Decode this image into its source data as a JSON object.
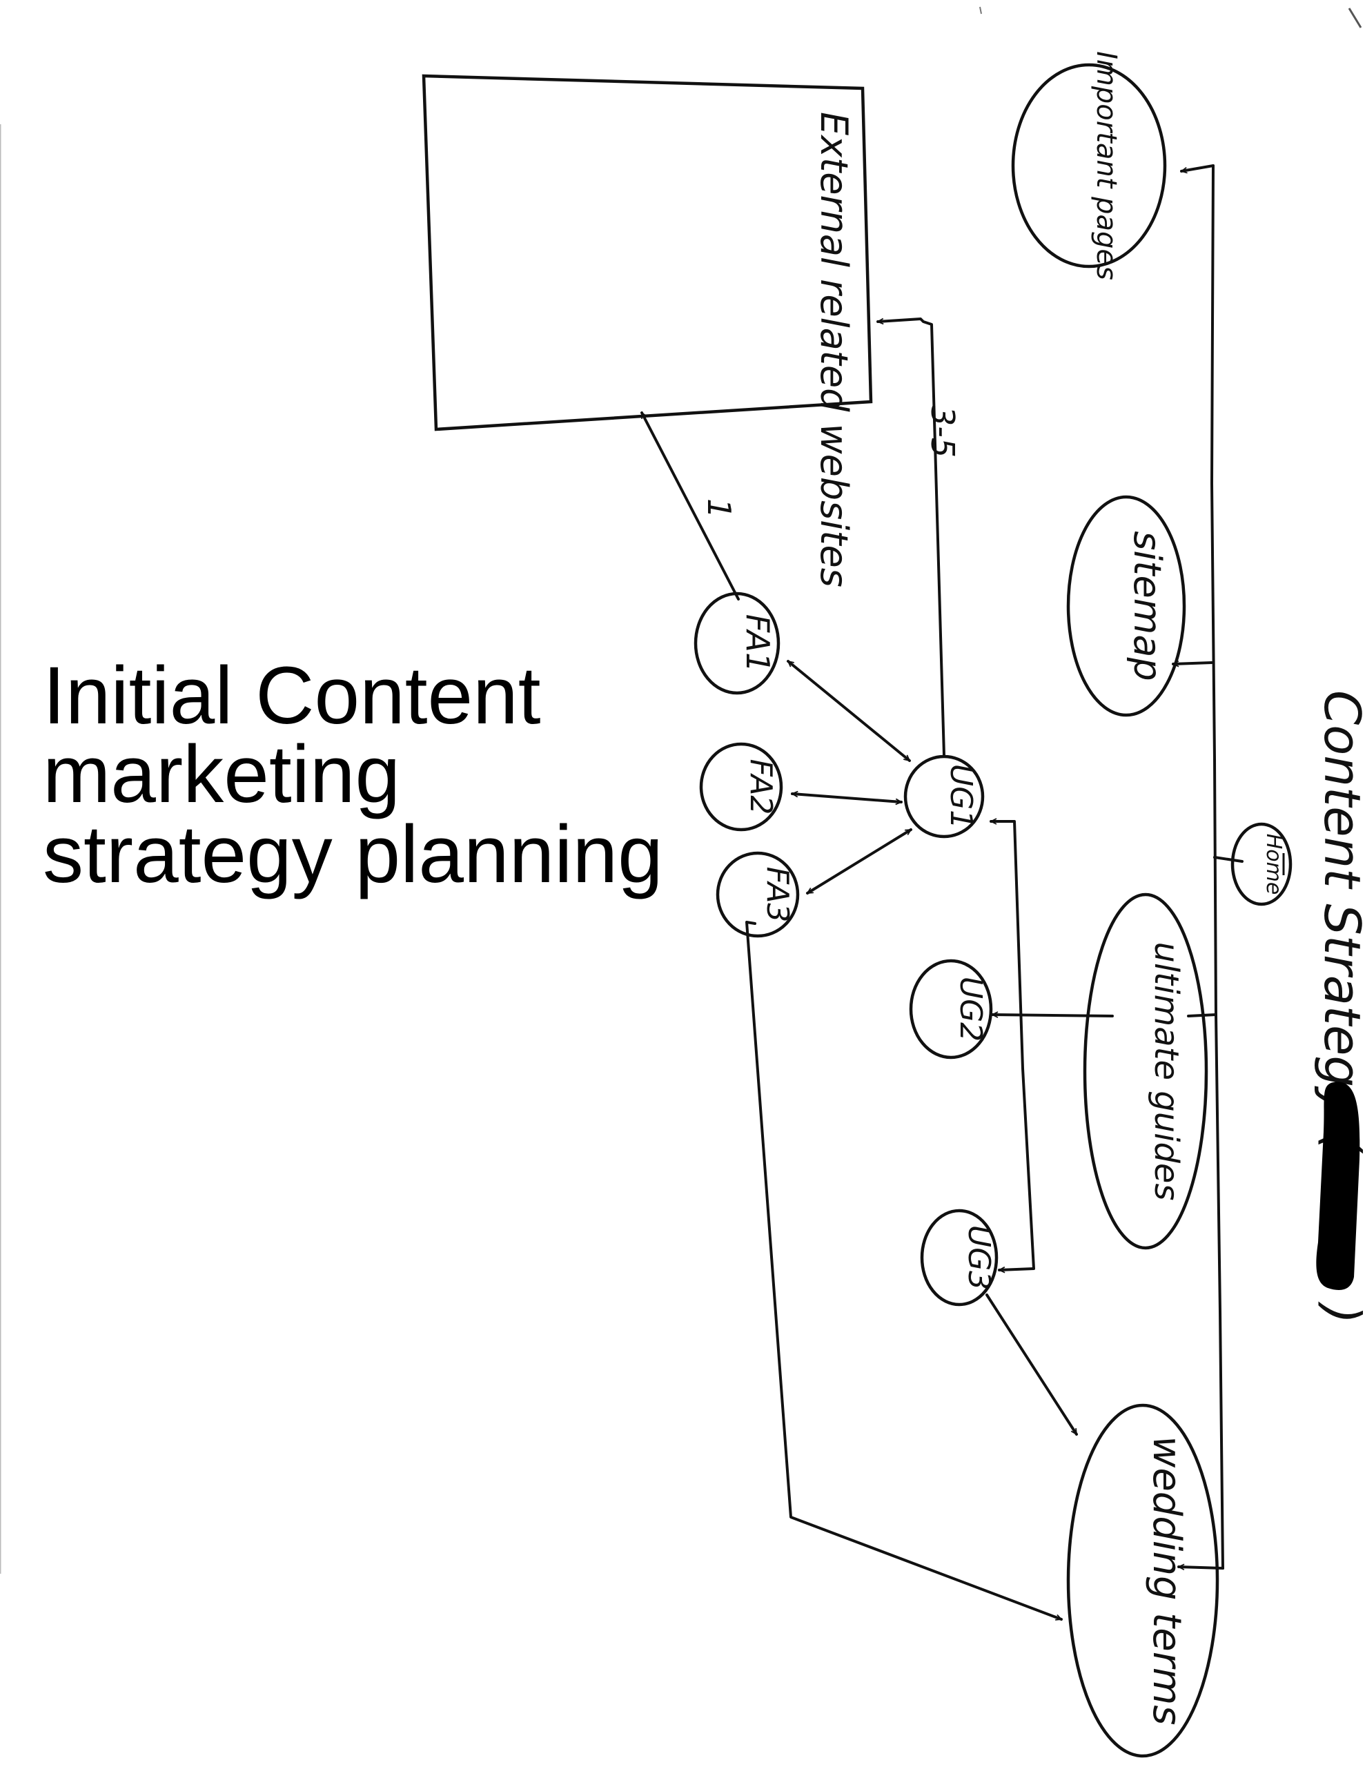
{
  "title": {
    "lines": [
      "Initial Content",
      "marketing",
      "strategy planning"
    ]
  },
  "header": {
    "text": "Content Strategy ("
  },
  "nodes": {
    "external": "External related websites",
    "important_pages": "Important pages",
    "sitemap": "sitemap",
    "home": "Home",
    "ultimate_guides": "ultimate guides",
    "wedding_terms": "wedding terms",
    "ug1": "UG1",
    "ug2": "UG2",
    "ug3": "UG3",
    "fa1": "FA1",
    "fa2": "FA2",
    "fa3": "FA3"
  },
  "edge_labels": {
    "ug1_to_external": "3-5",
    "fa1_to_external": "1"
  }
}
